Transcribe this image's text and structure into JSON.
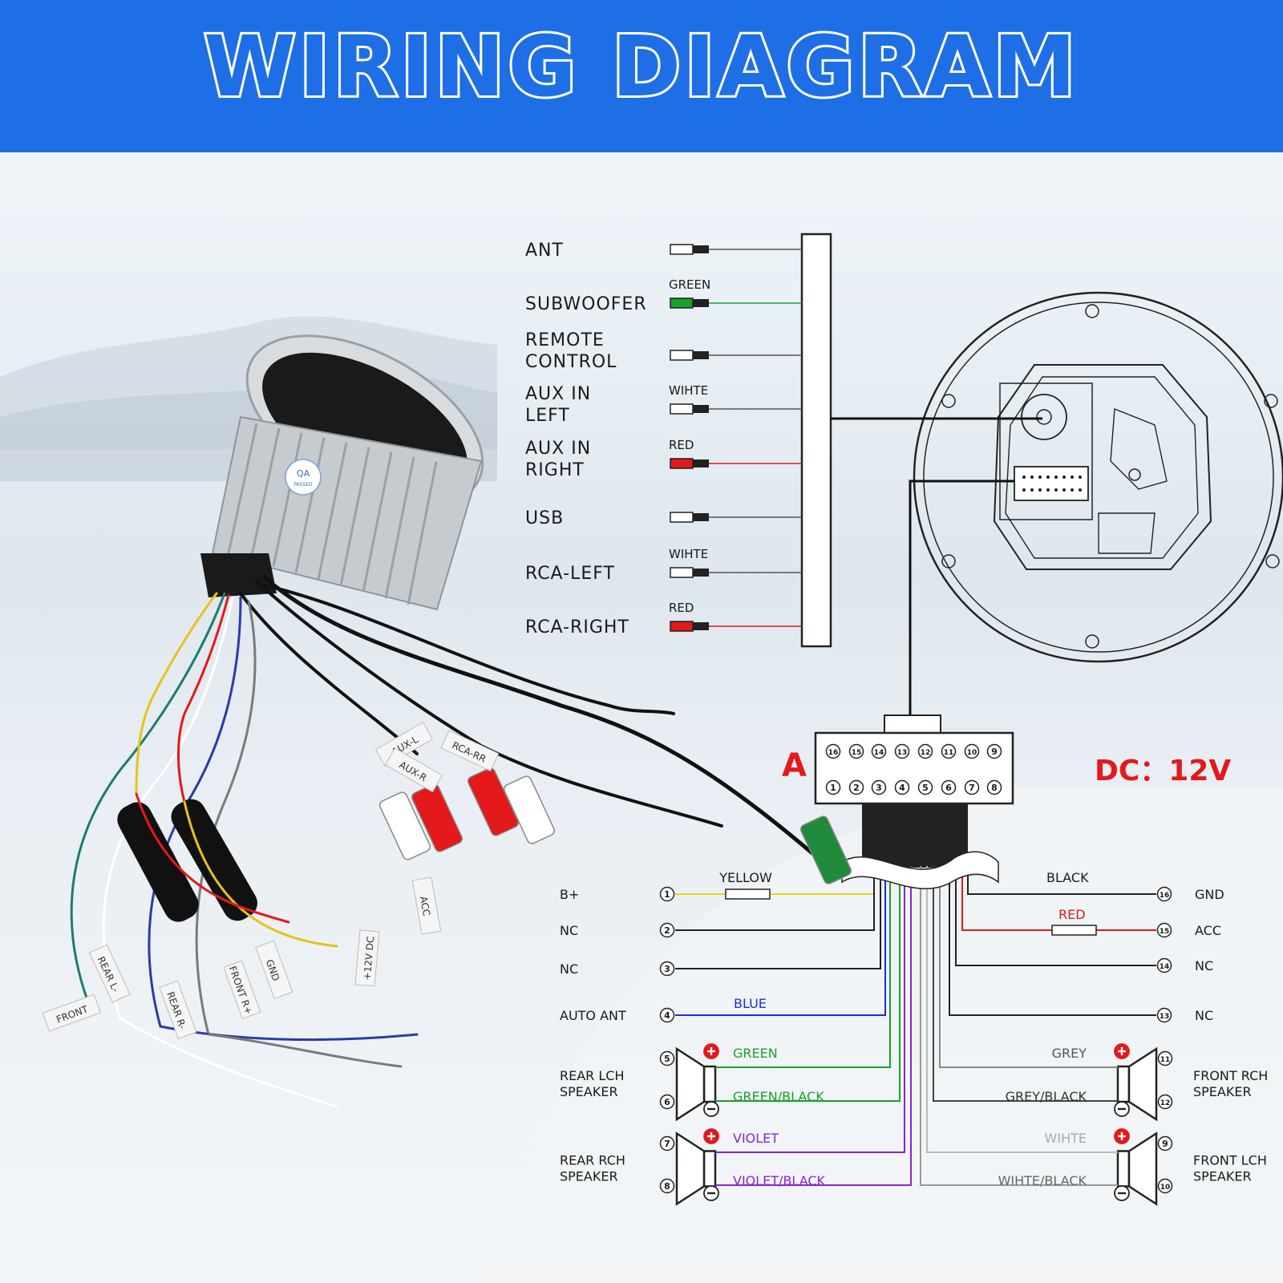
{
  "title": "WIRING DIAGRAM",
  "colors": {
    "banner": "#1e6fe6",
    "title_text": "#1e6fe6",
    "title_outline": "#ffffff",
    "dc_label": "#e3191c",
    "green": "#18a12b",
    "red": "#e3191c",
    "yellow": "#e8d21a",
    "blue": "#1c2ed6",
    "violet": "#8a22d6",
    "grey": "#8a8a8a"
  },
  "connector": {
    "label": "A",
    "pins_top": [
      "16",
      "15",
      "14",
      "13",
      "12",
      "11",
      "10",
      "9"
    ],
    "pins_bottom": [
      "1",
      "2",
      "3",
      "4",
      "5",
      "6",
      "7",
      "8"
    ]
  },
  "dc_label": "DC：12V",
  "rca_inputs": [
    {
      "name": "ANT",
      "color_label": ""
    },
    {
      "name": "SUBWOOFER",
      "color_label": "GREEN"
    },
    {
      "name": "REMOTE",
      "name2": "CONTROL",
      "color_label": ""
    },
    {
      "name": "AUX IN",
      "name2": "LEFT",
      "color_label": "WIHTE"
    },
    {
      "name": "AUX IN",
      "name2": "RIGHT",
      "color_label": "RED"
    },
    {
      "name": "USB",
      "color_label": ""
    },
    {
      "name": "RCA-LEFT",
      "color_label": "WIHTE"
    },
    {
      "name": "RCA-RIGHT",
      "color_label": "RED"
    }
  ],
  "left_pins": [
    {
      "pin": "1",
      "label": "B+",
      "wire": "YELLOW"
    },
    {
      "pin": "2",
      "label": "NC",
      "wire": ""
    },
    {
      "pin": "3",
      "label": "NC",
      "wire": ""
    },
    {
      "pin": "4",
      "label": "AUTO ANT",
      "wire": "BLUE"
    }
  ],
  "right_pins": [
    {
      "pin": "16",
      "label": "GND",
      "wire": "BLACK"
    },
    {
      "pin": "15",
      "label": "ACC",
      "wire": "RED"
    },
    {
      "pin": "14",
      "label": "NC",
      "wire": ""
    },
    {
      "pin": "13",
      "label": "NC",
      "wire": ""
    }
  ],
  "speakers": [
    {
      "name": "REAR LCH",
      "name2": "SPEAKER",
      "pins": [
        "5",
        "6"
      ],
      "wires": [
        "GREEN",
        "GREEN/BLACK"
      ]
    },
    {
      "name": "REAR RCH",
      "name2": "SPEAKER",
      "pins": [
        "7",
        "8"
      ],
      "wires": [
        "VIOLET",
        "VIOLET/BLACK"
      ]
    },
    {
      "name": "FRONT RCH",
      "name2": "SPEAKER",
      "pins": [
        "11",
        "12"
      ],
      "wires": [
        "GREY",
        "GREY/BLACK"
      ]
    },
    {
      "name": "FRONT LCH",
      "name2": "SPEAKER",
      "pins": [
        "9",
        "10"
      ],
      "wires": [
        "WIHTE",
        "WIHTE/BLACK"
      ]
    }
  ],
  "tags": {
    "aux_l": "AUX-L",
    "aux_r": "AUX-R",
    "rca_rr": "RCA-RR",
    "acc": "ACC",
    "v12": "+12V DC",
    "gnd": "GND",
    "rear_l": "REAR L-",
    "front": "FRONT",
    "rear_r": "REAR R-",
    "front_r": "FRONT R+",
    "qa": "QA",
    "qa_passed": "PASSED"
  }
}
